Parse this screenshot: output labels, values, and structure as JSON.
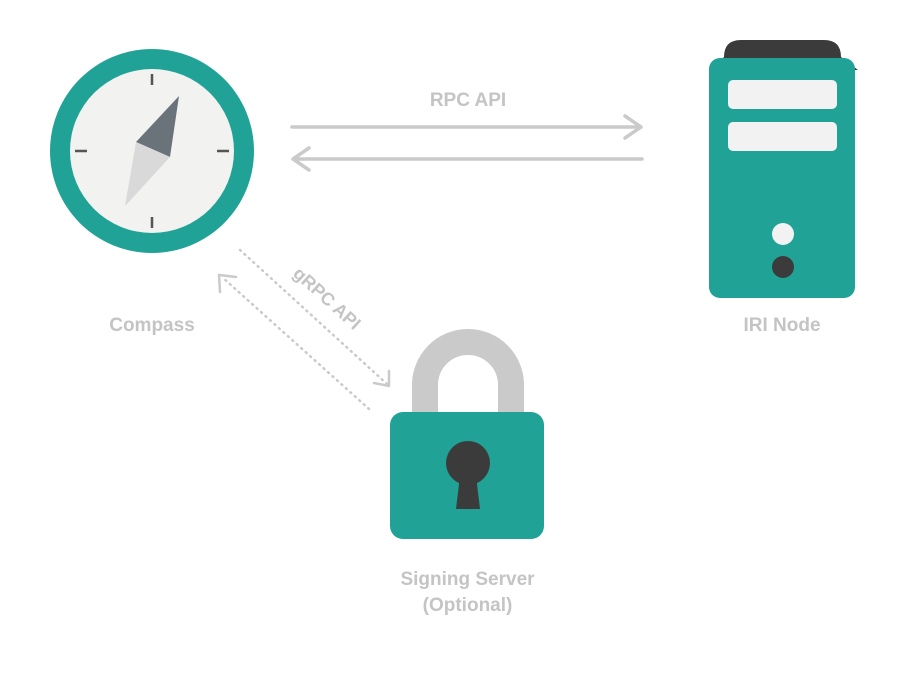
{
  "nodes": {
    "compass": {
      "label": "Compass",
      "icon": "compass-icon"
    },
    "iri": {
      "label": "IRI Node",
      "icon": "server-icon"
    },
    "signing": {
      "label_line1": "Signing Server",
      "label_line2": "(Optional)",
      "icon": "padlock-icon"
    }
  },
  "edges": {
    "rpc": {
      "label": "RPC API",
      "from": "Compass",
      "to": "IRI Node",
      "bidirectional": true
    },
    "grpc": {
      "label": "gRPC API",
      "from": "Compass",
      "to": "Signing Server",
      "bidirectional": true,
      "style": "dotted"
    }
  },
  "colors": {
    "teal": "#20a396",
    "dark": "#3b3b3b",
    "slate": "#6b737a",
    "light_gray": "#cacaca",
    "face": "#f2f2f1",
    "label": "#c4c4c4"
  }
}
